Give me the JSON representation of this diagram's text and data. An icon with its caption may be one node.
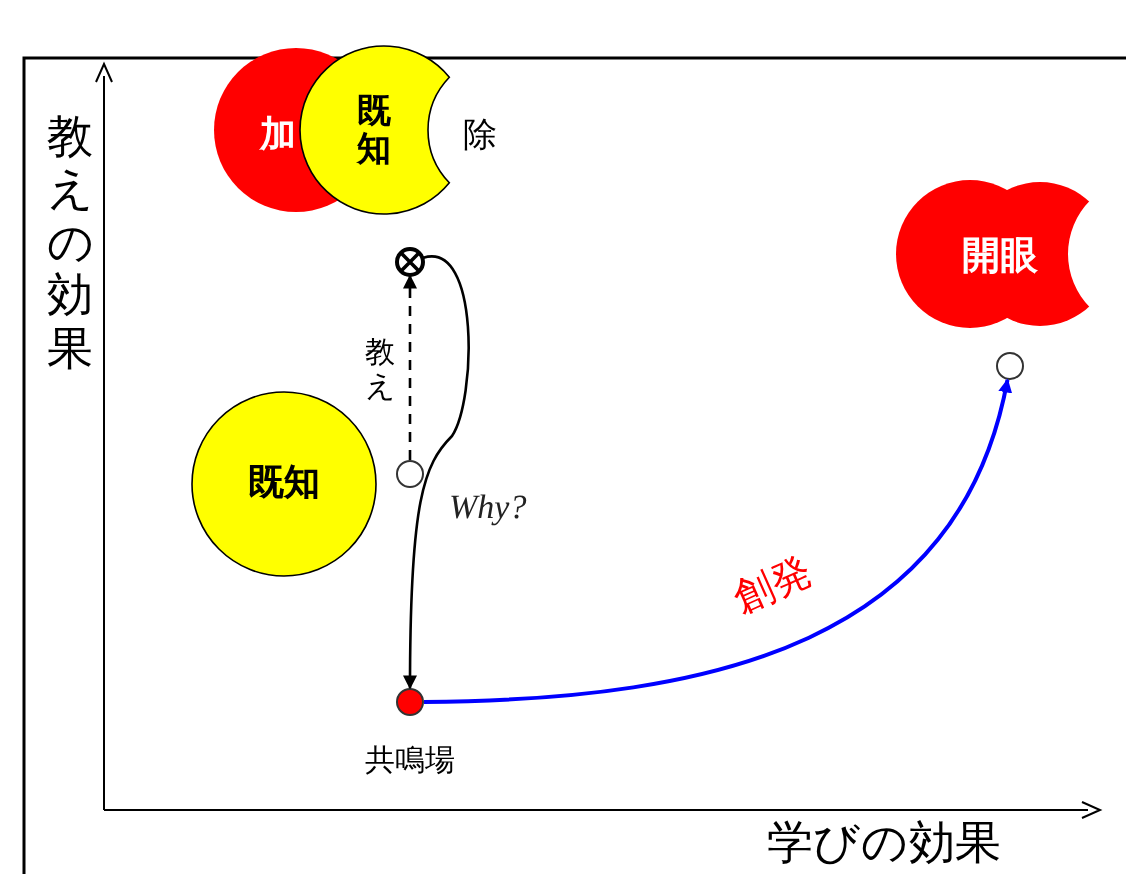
{
  "diagram": {
    "nodes": [
      {
        "text": [
          "加"
        ]
      },
      {
        "text": [
          "既知"
        ]
      },
      {
        "text": [],
        "shape": "circle"
      },
      {
        "text": [],
        "shape": "circle"
      },
      {
        "text": [
          "既知"
        ]
      },
      {
        "text": [],
        "shape": "circle",
        "beside": [
          "共鳴場"
        ]
      },
      {
        "text": [
          "開眼"
        ]
      },
      {
        "text": [],
        "shape": "circle"
      }
    ],
    "edges": [
      {
        "from": 3,
        "to": 2,
        "arrow": "to",
        "style": "dashed",
        "label": "教え"
      },
      {
        "from": 2,
        "to": 5,
        "arrow": "to",
        "label": "Why?"
      },
      {
        "from": 5,
        "to": 7,
        "arrow": "to",
        "color": "#0000ff",
        "label": "創発"
      }
    ],
    "labels": [
      "除",
      "教えの効果",
      "学びの効果"
    ]
  }
}
